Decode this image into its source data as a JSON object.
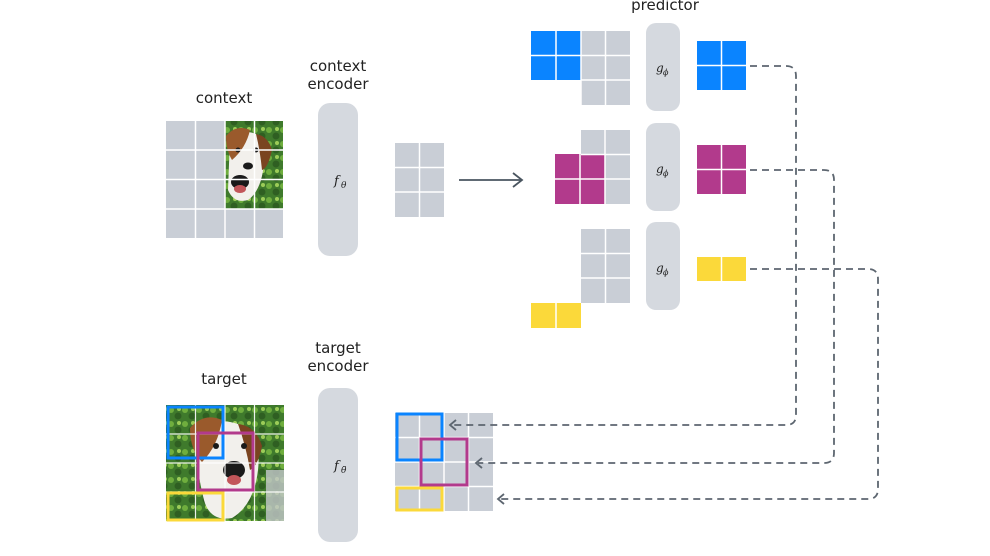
{
  "labels": {
    "predictor": "predictor",
    "context_encoder_line1": "context",
    "context_encoder_line2": "encoder",
    "context": "context",
    "target_encoder_line1": "target",
    "target_encoder_line2": "encoder",
    "target": "target"
  },
  "encoders": {
    "context_symbol": "f",
    "context_subscript": "θ",
    "target_symbol": "f",
    "target_subscript": "θ̄"
  },
  "predictors": {
    "symbol": "g",
    "subscript": "ϕ"
  },
  "colors": {
    "grid_cell": "#c9ced6",
    "grid_line": "#ffffff",
    "encoder_fill": "#d5d9df",
    "blue": "#0a84ff",
    "magenta": "#b23a8c",
    "yellow": "#fbd93a",
    "arrow": "#4a5560",
    "dashed": "#5d6670"
  },
  "photo_description_icons": {
    "context_image": "dog-photo-icon",
    "target_image": "dog-photo-icon"
  }
}
